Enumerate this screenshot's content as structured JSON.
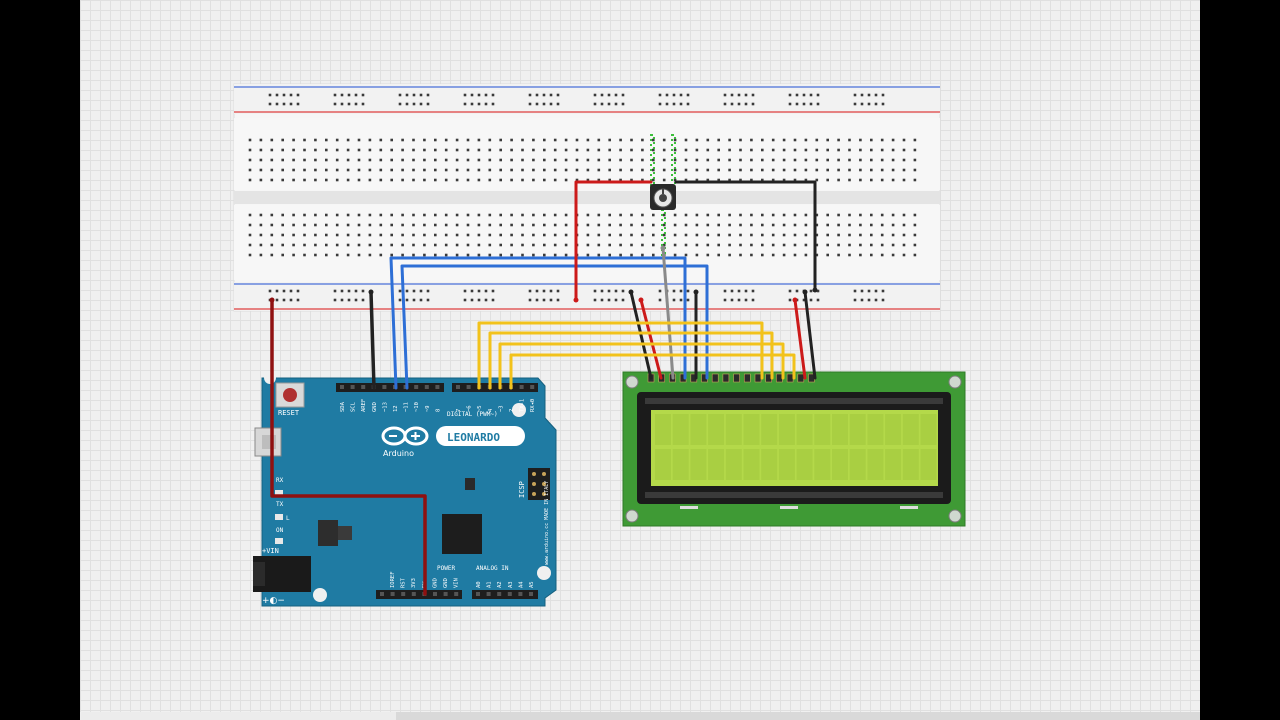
{
  "arduino": {
    "model": "LEONARDO",
    "brand": "Arduino",
    "reset_label": "RESET",
    "digital_label": "DIGITAL (PWM~)",
    "icsp_label": "ICSP",
    "made_in": "www.arduino.cc MADE IN ITALY",
    "power_label": "POWER",
    "analog_label": "ANALOG IN",
    "vin_label": "+VIN",
    "tx_label": "TX",
    "rx_label": "RX",
    "on_label": "ON",
    "l_label": "L",
    "polarity_label": "+◐−",
    "top_pins": [
      "SDA",
      "SCL",
      "AREF",
      "GND",
      "~13",
      "12",
      "~11",
      "~10",
      "~9",
      "8"
    ],
    "digital_pins": [
      "7",
      "~6",
      "~5",
      "4",
      "~3",
      "2",
      "TX▸1",
      "RX◂0"
    ],
    "power_pins": [
      "IOREF",
      "RST",
      "3V3",
      "5V",
      "GND",
      "GND",
      "VIN"
    ],
    "analog_pins": [
      "A0",
      "A1",
      "A2",
      "A3",
      "A4",
      "A5"
    ]
  },
  "colors": {
    "board": "#1f7ba3",
    "breadboard": "#f7f7f7",
    "lcd_pcb": "#3f9a35",
    "lcd_screen": "#b4d94a",
    "wire_red": "#cc1a1a",
    "wire_black": "#222222",
    "wire_blue": "#2e6fd6",
    "wire_yellow": "#f2c21b",
    "wire_grey": "#8a8a8a"
  }
}
